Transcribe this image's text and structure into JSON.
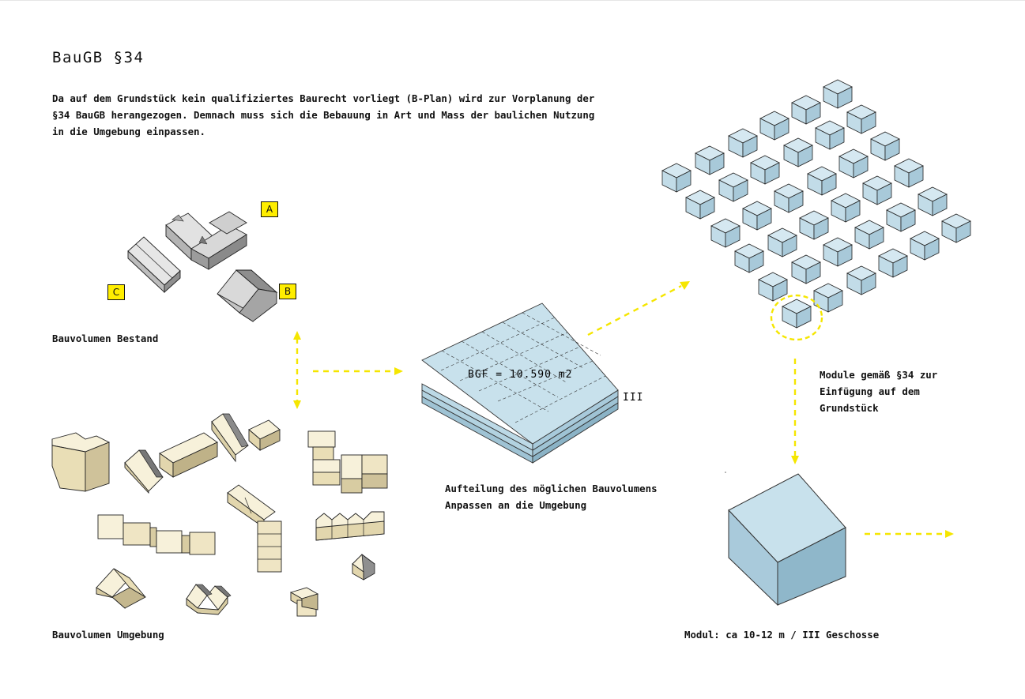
{
  "header": {
    "title": "BauGB §34",
    "intro_lines": [
      "Da auf dem Grundstück kein qualifiziertes Baurecht vorliegt (B-Plan) wird zur Vorplanung der",
      "§34 BauGB herangezogen. Demnach muss sich die Bebauung in Art und Mass der baulichen Nutzung",
      "in die Umgebung einpassen."
    ]
  },
  "existing": {
    "caption": "Bauvolumen Bestand",
    "tags": [
      "A",
      "B",
      "C"
    ]
  },
  "surroundings": {
    "caption": "Bauvolumen Umgebung"
  },
  "volume": {
    "bgf_label": "BGF = 10.590 m2",
    "floors_label": "III",
    "caption_lines": [
      "Aufteilung des möglichen Bauvolumens",
      "Anpassen an die Umgebung"
    ]
  },
  "modules": {
    "caption_lines": [
      "Module gemäß §34 zur",
      "Einfügung auf dem",
      "Grundstück"
    ]
  },
  "module": {
    "caption": "Modul: ca 10-12 m / III Geschosse"
  },
  "colors": {
    "accent_yellow": "#ffee00",
    "arrow_yellow": "#f5e600",
    "module_blue": "#bcd9e6",
    "existing_grey": "#c8c8c8",
    "surrounding_beige": "#f3eccf"
  }
}
